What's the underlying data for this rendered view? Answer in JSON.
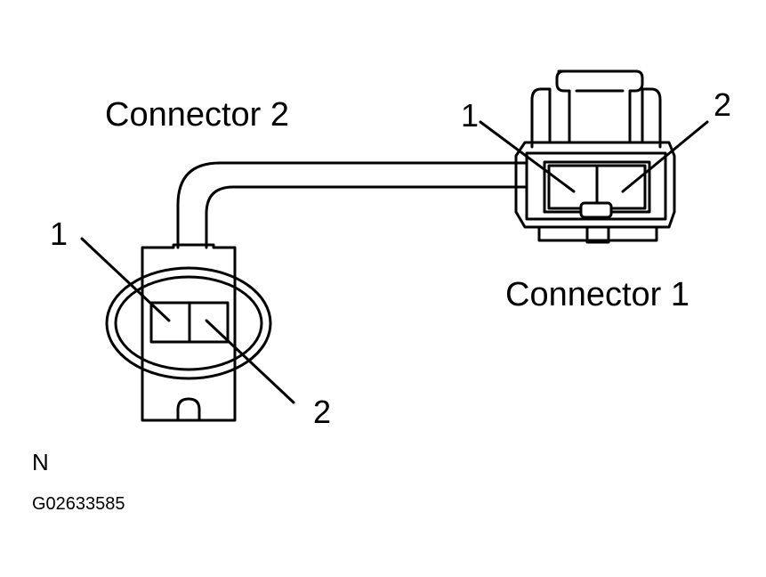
{
  "connector2": {
    "label": "Connector 2",
    "pin1": "1",
    "pin2": "2"
  },
  "connector1": {
    "label": "Connector 1",
    "pin1": "1",
    "pin2": "2"
  },
  "footer": {
    "letter": "N",
    "code": "G02633585"
  }
}
